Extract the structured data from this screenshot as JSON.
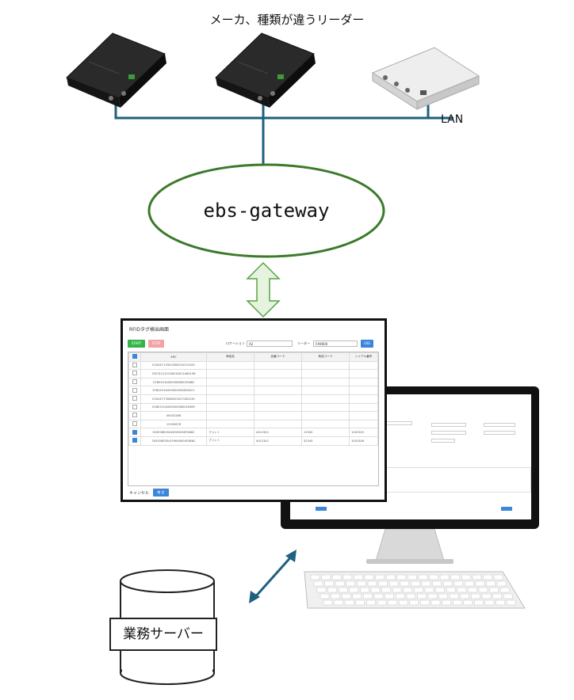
{
  "diagram": {
    "title": "メーカ、種類が違うリーダー",
    "lan_label": "LAN",
    "gateway_label": "ebs-gateway",
    "server_label": "業務サーバー",
    "colors": {
      "line": "#1f5f7f",
      "ellipse": "#3b7a2a",
      "arrow_fill": "#e6f3df",
      "arrow_stroke": "#58a246"
    }
  },
  "rfid_window": {
    "title": "RFIDタグ検出画面",
    "start_label": "START",
    "stop_label": "STOP",
    "location_label": "ロケーション",
    "location_value": "A2",
    "reader_label": "リーダー",
    "reader_value": "FX9600",
    "use_label": "USE",
    "columns": [
      "EPC",
      "商品名",
      "品番コード",
      "商品コード",
      "シリアル番号"
    ],
    "rows": [
      {
        "checked": false,
        "epc": "E2004717D5C0B0250270100",
        "name": "",
        "code1": "",
        "code2": "",
        "serial": ""
      },
      {
        "checked": false,
        "epc": "202312121246234011A80196",
        "name": "",
        "code1": "",
        "code2": "",
        "serial": ""
      },
      {
        "checked": false,
        "epc": "E280191A000000DBC4948B",
        "name": "",
        "code1": "",
        "code2": "",
        "serial": ""
      },
      {
        "checked": false,
        "epc": "E280191A5000000908244C2",
        "name": "",
        "code1": "",
        "code2": "",
        "serial": ""
      },
      {
        "checked": false,
        "epc": "E2004717B5B0250270D0130",
        "name": "",
        "code1": "",
        "code2": "",
        "serial": ""
      },
      {
        "checked": false,
        "epc": "E280191A0000000DBC49469",
        "name": "",
        "code1": "",
        "code2": "",
        "serial": ""
      },
      {
        "checked": false,
        "epc": "00002286",
        "name": "",
        "code1": "",
        "code2": "",
        "serial": ""
      },
      {
        "checked": false,
        "epc": "12345678",
        "name": "",
        "code1": "",
        "code2": "",
        "serial": ""
      },
      {
        "checked": true,
        "epc": "30392BE0544D3E4000F4B8C",
        "name": "プリント",
        "code1": "4012341",
        "code2": "12345",
        "serial": "1002345"
      },
      {
        "checked": true,
        "epc": "30392BE0541F9840000F4B8C",
        "name": "プリント",
        "code1": "4012341",
        "code2": "32345",
        "serial": "1002346"
      }
    ],
    "cancel_label": "キャンセル",
    "ok_label": "確 定"
  }
}
